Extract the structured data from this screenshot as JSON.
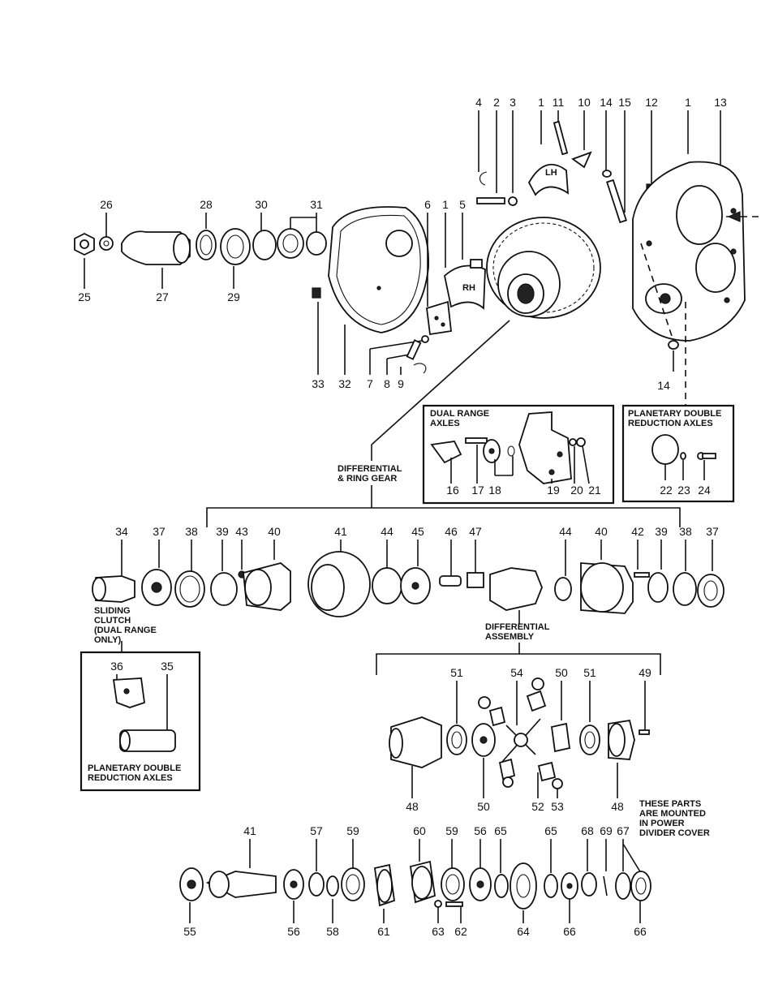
{
  "callouts": {
    "top_right": [
      "4",
      "2",
      "3",
      "1",
      "11",
      "10",
      "14",
      "15",
      "12",
      "1",
      "13"
    ],
    "left_top": [
      "26",
      "28",
      "30",
      "31"
    ],
    "left_bottom": [
      "25",
      "27",
      "29"
    ],
    "mid_upper": [
      "6",
      "1",
      "5"
    ],
    "mid_lower": [
      "33",
      "32",
      "7",
      "8",
      "9"
    ],
    "right_lower": [
      "14"
    ],
    "dual": [
      "16",
      "17",
      "18",
      "19",
      "20",
      "21"
    ],
    "planetary_top": [
      "22",
      "23",
      "24"
    ],
    "diff_row_top": [
      "34",
      "37",
      "38",
      "39",
      "43",
      "40",
      "41",
      "44",
      "45",
      "46",
      "47",
      "44",
      "40",
      "42",
      "39",
      "38",
      "37"
    ],
    "planetary_left": [
      "36",
      "35"
    ],
    "assembly_top": [
      "51",
      "54",
      "50",
      "51",
      "49"
    ],
    "assembly_bottom": [
      "48",
      "50",
      "52",
      "53",
      "48"
    ],
    "bottom_top": [
      "41",
      "57",
      "59",
      "60",
      "59",
      "56",
      "65",
      "65",
      "68",
      "69",
      "67"
    ],
    "bottom_bottom": [
      "55",
      "56",
      "58",
      "61",
      "63",
      "62",
      "64",
      "66",
      "66"
    ]
  },
  "marks": {
    "lh": "LH",
    "rh": "RH"
  },
  "labels": {
    "dual_range_line1": "DUAL RANGE",
    "dual_range_line2": "AXLES",
    "planetary_line1": "PLANETARY DOUBLE",
    "planetary_line2": "REDUCTION AXLES",
    "diff_ring_line1": "DIFFERENTIAL",
    "diff_ring_line2": "& RING GEAR",
    "sliding_line1": "SLIDING",
    "sliding_line2": "CLUTCH",
    "sliding_line3": "(DUAL RANGE",
    "sliding_line4": "ONLY)",
    "diff_asm_line1": "DIFFERENTIAL",
    "diff_asm_line2": "ASSEMBLY",
    "planetary2_line1": "PLANETARY DOUBLE",
    "planetary2_line2": "REDUCTION AXLES",
    "note_line1": "THESE PARTS",
    "note_line2": "ARE MOUNTED",
    "note_line3": "IN POWER",
    "note_line4": "DIVIDER COVER"
  }
}
